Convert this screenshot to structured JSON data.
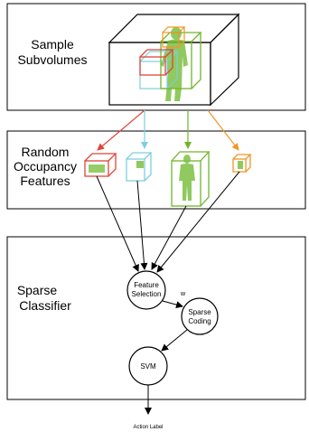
{
  "panels": {
    "top": {
      "title_line1": "Sample",
      "title_line2": "Subvolumes"
    },
    "middle": {
      "title_line1": "Random",
      "title_line2": "Occupancy",
      "title_line3": "Features"
    },
    "bottom": {
      "title_line1": "Sparse",
      "title_line2": "Classifier"
    }
  },
  "nodes": {
    "feature_selection_line1": "Feature",
    "feature_selection_line2": "Selection",
    "sparse_coding_line1": "Sparse",
    "sparse_coding_line2": "Coding",
    "svm": "SVM"
  },
  "edge_label_w": "w",
  "output_label": "Action Label",
  "colors": {
    "red": "#e0453a",
    "cyan": "#7ccfe0",
    "green": "#6fb52c",
    "orange": "#f0962a",
    "figure": "#7dc043"
  }
}
